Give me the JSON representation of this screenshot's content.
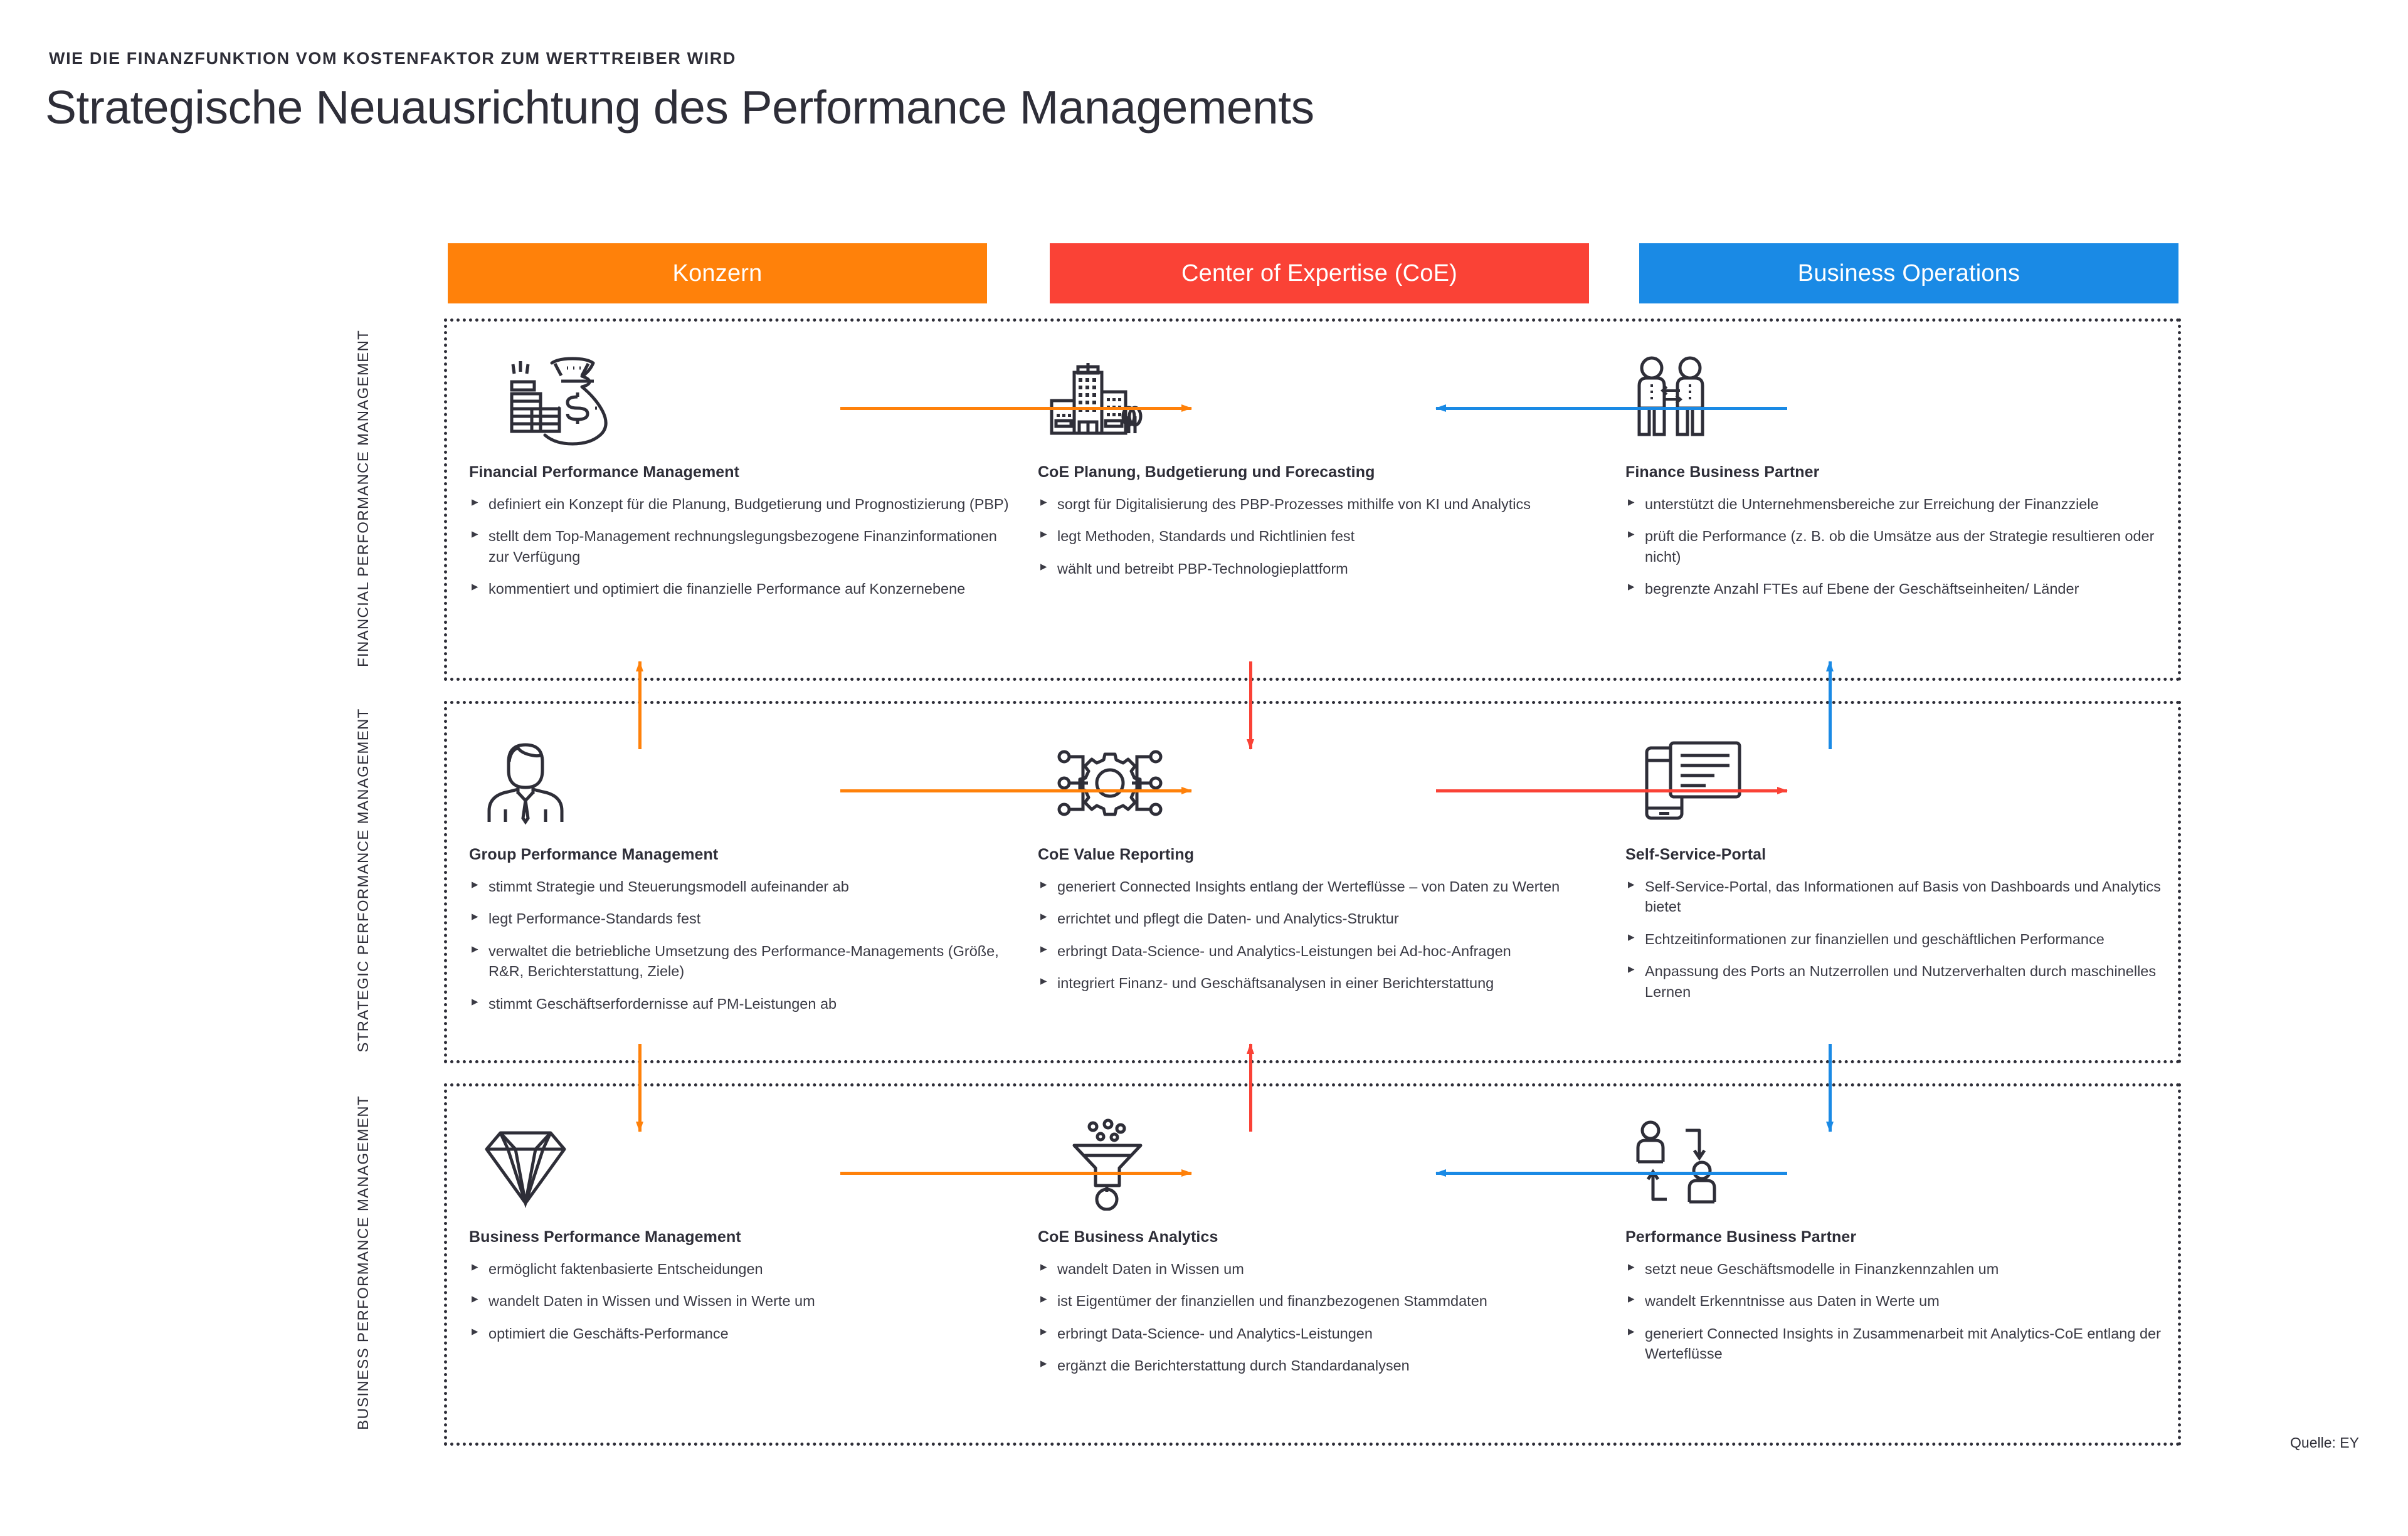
{
  "header": {
    "eyebrow": "WIE DIE FINANZFUNKTION VOM KOSTENFAKTOR ZUM WERTTREIBER WIRD",
    "title": "Strategische Neuausrichtung des Performance Managements"
  },
  "columns": [
    {
      "label": "Konzern",
      "color": "#ff810a",
      "name": "konzern"
    },
    {
      "label": "Center of Expertise (CoE)",
      "color": "#fa4236",
      "name": "coe"
    },
    {
      "label": "Business Operations",
      "color": "#1a8ae5",
      "name": "bizops"
    }
  ],
  "bands": [
    {
      "label": "FINANCIAL PERFORMANCE MANAGEMENT"
    },
    {
      "label": "STRATEGIC PERFORMANCE MANAGEMENT"
    },
    {
      "label": "BUSINESS PERFORMANCE MANAGEMENT"
    }
  ],
  "cells": {
    "r1c1": {
      "icon": "money-bag-coins-icon",
      "title": "Financial Performance Management",
      "bullets": [
        "definiert ein Konzept für die Planung, Budgetierung und Prognostizierung (PBP)",
        "stellt dem Top-Management rechnungslegungsbezogene Finanzinformationen zur Verfügung",
        "kommentiert und optimiert die finanzielle Performance auf Konzernebene"
      ]
    },
    "r1c2": {
      "icon": "city-buildings-icon",
      "title": "CoE Planung, Budgetierung und Forecasting",
      "bullets": [
        "sorgt für Digitalisierung des PBP-Prozesses mithilfe von KI und Analytics",
        "legt Methoden, Standards und Richtlinien fest",
        "wählt und betreibt PBP-Technologieplattform"
      ]
    },
    "r1c3": {
      "icon": "two-people-exchange-icon",
      "title": "Finance Business Partner",
      "bullets": [
        "unterstützt die Unternehmensbereiche zur Erreichung der Finanzziele",
        "prüft die Performance (z. B. ob die Umsätze aus der Strategie resultieren oder nicht)",
        "begrenzte Anzahl FTEs auf Ebene der Geschäftseinheiten/ Länder"
      ]
    },
    "r2c1": {
      "icon": "business-person-icon",
      "title": "Group Performance Management",
      "bullets": [
        "stimmt Strategie und Steuerungsmodell aufeinander ab",
        "legt Performance-Standards fest",
        "verwaltet die betriebliche Umsetzung des Performance-Managements (Größe, R&R, Berichterstattung, Ziele)",
        "stimmt Geschäftserfordernisse auf PM-Leistungen ab"
      ]
    },
    "r2c2": {
      "icon": "gear-network-icon",
      "title": "CoE Value Reporting",
      "bullets": [
        "generiert Connected Insights entlang der Werteflüsse – von Daten zu Werten",
        "errichtet und pflegt die Daten- und Analytics-Struktur",
        "erbringt Data-Science- und Analytics-Leistungen bei Ad-hoc-Anfragen",
        "integriert Finanz- und Geschäftsanalysen in einer Berichterstattung"
      ]
    },
    "r2c3": {
      "icon": "mobile-dashboard-icon",
      "title": "Self-Service-Portal",
      "bullets": [
        "Self-Service-Portal, das Informationen auf Basis von Dashboards und Analytics bietet",
        "Echtzeitinformationen zur finanziellen und geschäftlichen Performance",
        "Anpassung des Ports an Nutzerrollen und Nutzerverhalten durch maschinelles Lernen"
      ]
    },
    "r3c1": {
      "icon": "diamond-icon",
      "title": "Business Performance Management",
      "bullets": [
        "ermöglicht faktenbasierte Entscheidungen",
        "wandelt Daten in Wissen und Wissen in Werte um",
        "optimiert die Geschäfts-Performance"
      ]
    },
    "r3c2": {
      "icon": "funnel-filter-icon",
      "title": "CoE Business Analytics",
      "bullets": [
        "wandelt Daten in Wissen um",
        "ist Eigentümer der finanziellen und finanzbezogenen Stammdaten",
        "erbringt Data-Science- und Analytics-Leistungen",
        "ergänzt die Berichterstattung durch Standardanalysen"
      ]
    },
    "r3c3": {
      "icon": "people-transfer-icon",
      "title": "Performance Business Partner",
      "bullets": [
        "setzt neue Geschäftsmodelle in Finanzkennzahlen um",
        "wandelt Erkenntnisse aus Daten in Werte um",
        "generiert Connected Insights in Zusammenarbeit mit Analytics-CoE entlang der Werteflüsse"
      ]
    }
  },
  "arrows": {
    "h_r1_left": {
      "direction": "right",
      "color": "#ff810a"
    },
    "h_r1_right": {
      "direction": "left",
      "color": "#1a8ae5"
    },
    "h_r2_left": {
      "direction": "right",
      "color": "#ff810a"
    },
    "h_r2_right": {
      "direction": "right",
      "color": "#fa4236"
    },
    "h_r3_left": {
      "direction": "right",
      "color": "#ff810a"
    },
    "h_r3_right": {
      "direction": "left",
      "color": "#1a8ae5"
    },
    "v_12_c1": {
      "direction": "up",
      "color": "#ff810a"
    },
    "v_12_c2": {
      "direction": "down",
      "color": "#fa4236"
    },
    "v_12_c3": {
      "direction": "up",
      "color": "#1a8ae5"
    },
    "v_23_c1": {
      "direction": "down",
      "color": "#ff810a"
    },
    "v_23_c2": {
      "direction": "up",
      "color": "#fa4236"
    },
    "v_23_c3": {
      "direction": "down",
      "color": "#1a8ae5"
    }
  },
  "footer": {
    "source": "Quelle: EY"
  }
}
